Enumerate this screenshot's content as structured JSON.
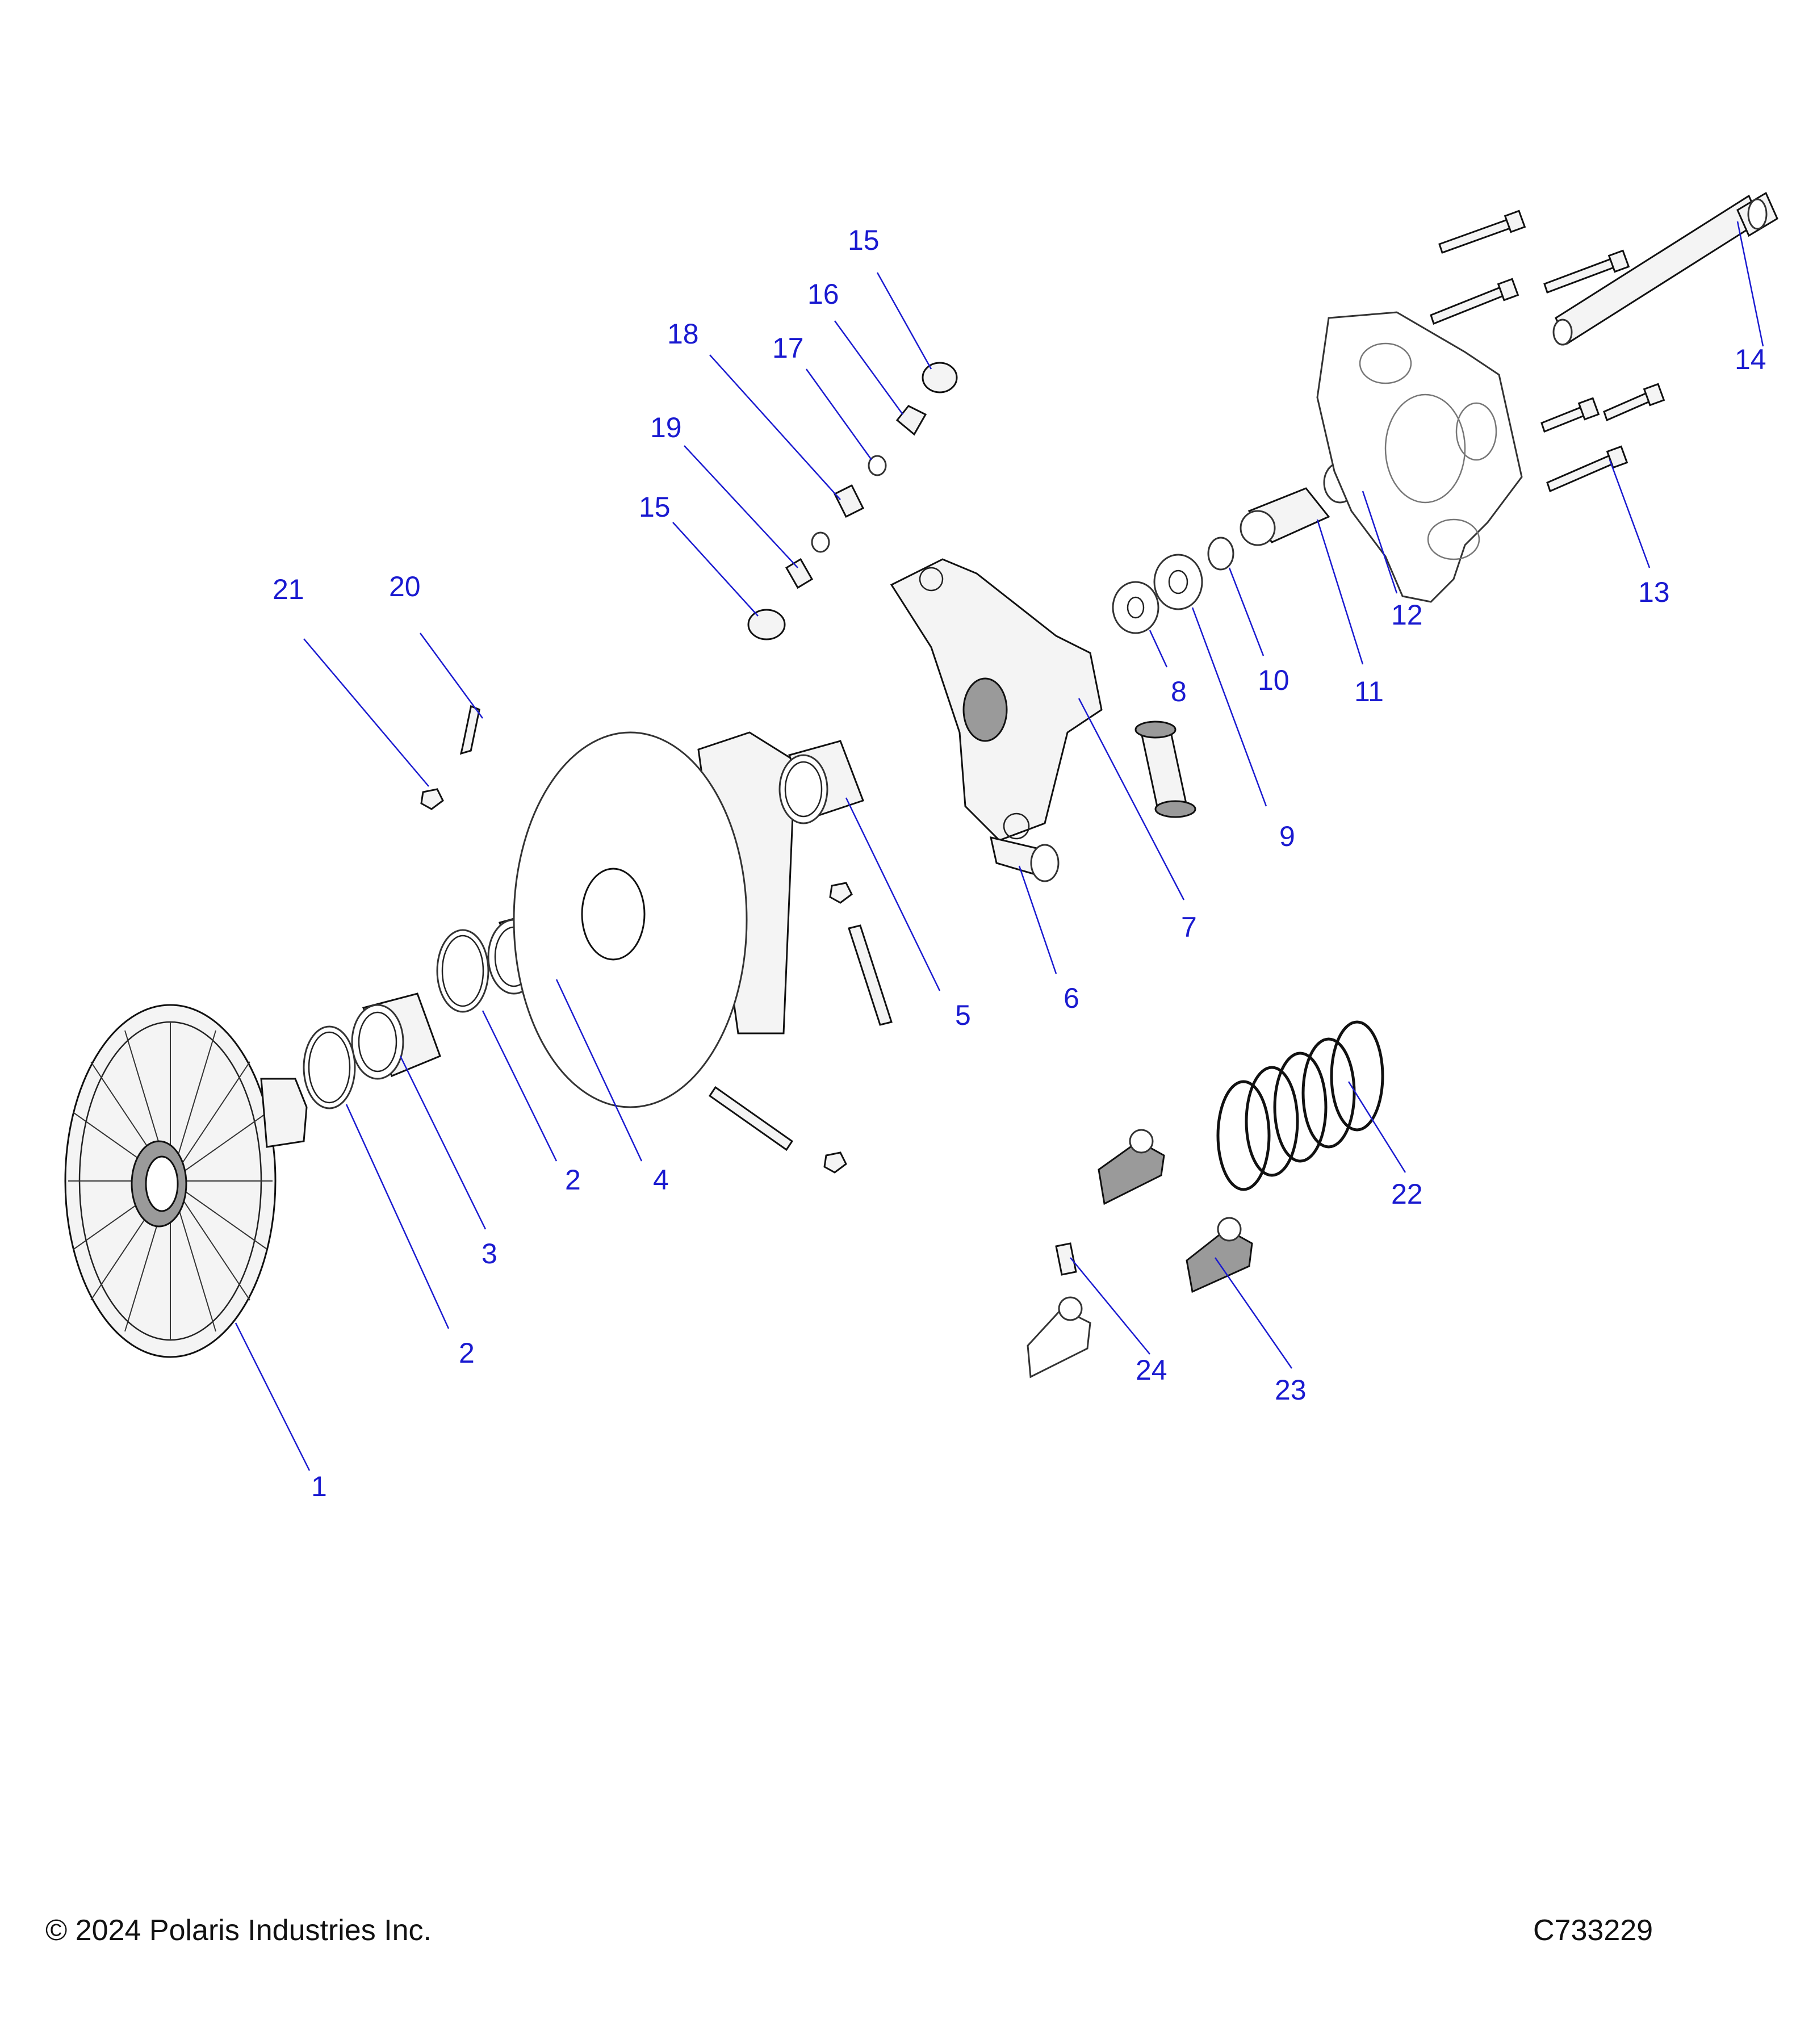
{
  "callouts": {
    "c1": "1",
    "c2a": "2",
    "c2b": "2",
    "c3": "3",
    "c4": "4",
    "c5": "5",
    "c6": "6",
    "c7": "7",
    "c8": "8",
    "c9": "9",
    "c10": "10",
    "c11": "11",
    "c12": "12",
    "c13": "13",
    "c14": "14",
    "c15a": "15",
    "c15b": "15",
    "c16": "16",
    "c17": "17",
    "c18": "18",
    "c19": "19",
    "c20": "20",
    "c21": "21",
    "c22": "22",
    "c23": "23",
    "c24": "24"
  },
  "footer": {
    "copyright": "© 2024 Polaris Industries Inc.",
    "drawing_number": "C733229"
  },
  "colors": {
    "callout": "#1a1ad0",
    "line": "#111111"
  }
}
